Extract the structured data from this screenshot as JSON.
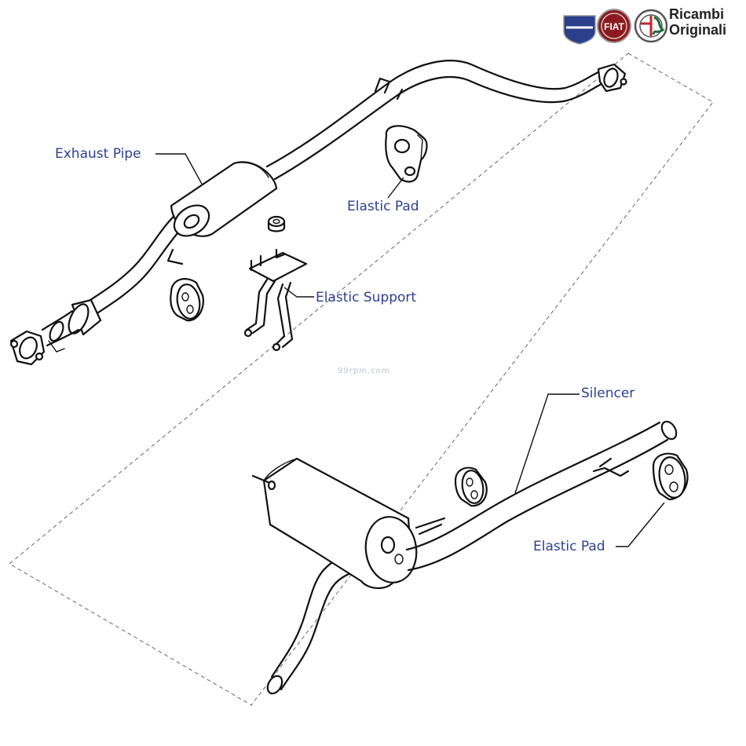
{
  "brand": {
    "name_line1": "Ricambi",
    "name_line2": "Originali",
    "logos": [
      "lancia-logo",
      "fiat-logo",
      "alfa-romeo-logo"
    ]
  },
  "watermark": "99rpm.com",
  "labels": {
    "exhaust_pipe": "Exhaust Pipe",
    "elastic_pad_top": "Elastic Pad",
    "elastic_support": "Elastic Support",
    "silencer": "Silencer",
    "elastic_pad_bottom": "Elastic Pad"
  },
  "colors": {
    "label_text": "#2e3f8f",
    "line_art": "#111111",
    "dashed_frame": "#666666",
    "watermark": "#b8c3d3"
  }
}
